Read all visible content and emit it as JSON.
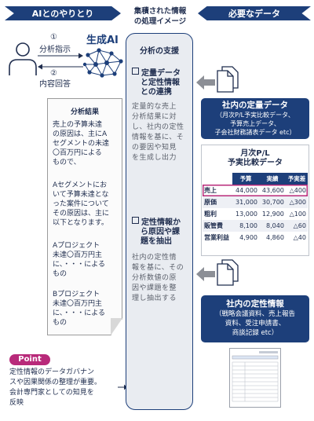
{
  "header": {
    "left": "AIとのやりとり",
    "middle_line1": "集積された情報",
    "middle_line2": "の処理イメージ",
    "right": "必要なデータ"
  },
  "left": {
    "step1_num": "①",
    "step1_label": "分析指示",
    "step2_num": "②",
    "step2_label": "内容回答",
    "ai_label": "生成AI",
    "result_title": "分析結果",
    "result_p1": [
      "売上の予算未達",
      "の原因は、主にA",
      "セグメントの未達",
      "〇百万円による",
      "もので、"
    ],
    "result_p2": [
      "Aセグメントにお",
      "いて予算未達とな",
      "った案件について",
      "その原因は、主に",
      "以下となります。"
    ],
    "result_p3": [
      "Aプロジェクト",
      "未達〇百万円主",
      "に、・・・による",
      "もの"
    ],
    "result_p4": [
      "Bプロジェクト",
      "未達〇百万円主",
      "に、・・・による",
      "もの"
    ],
    "point_badge": "Point",
    "point_text": [
      "定性情報のデータガバナン",
      "スや因果関係の整理が重要。",
      "会計専門家としての知見を",
      "反映"
    ]
  },
  "middle": {
    "title": "分析の支援",
    "section1_title": [
      "定量データ",
      "と定性情報",
      "との連携"
    ],
    "section1_text": [
      "定量的な売上",
      "分析結果に対",
      "し、社内の定性",
      "情報を基に、そ",
      "の要因や知見",
      "を生成し出力"
    ],
    "section2_title": [
      "定性情報か",
      "ら原因や課",
      "題を抽出"
    ],
    "section2_text": [
      "社内の定性情",
      "報を基に、その",
      "分析数値の原",
      "因や課題を整",
      "理し抽出する"
    ]
  },
  "right": {
    "quant_box": [
      "社内の定量データ",
      "（月次P/L予実比較データ、",
      "予算売上データ、",
      "子会社財務諸表データ etc）"
    ],
    "table_title": [
      "月次P/L",
      "予実比較データ"
    ],
    "table_headers": [
      "",
      "予算",
      "実績",
      "予実差"
    ],
    "table_rows": [
      [
        "売上",
        "44,000",
        "43,600",
        "△400"
      ],
      [
        "原価",
        "31,000",
        "30,700",
        "△300"
      ],
      [
        "粗利",
        "13,000",
        "12,900",
        "△100"
      ],
      [
        "販管費",
        "8,100",
        "8,040",
        "△60"
      ],
      [
        "営業利益",
        "4,900",
        "4,860",
        "△40"
      ]
    ],
    "qual_box": [
      "社内の定性情報",
      "（戦略会議資料、売上報告",
      "資料、受注申請書、",
      "商談記録 etc）"
    ]
  },
  "colors": {
    "navy": "#1d3f7a",
    "accent_pink": "#b82a7a",
    "panel_gray": "#e9ecf1"
  }
}
